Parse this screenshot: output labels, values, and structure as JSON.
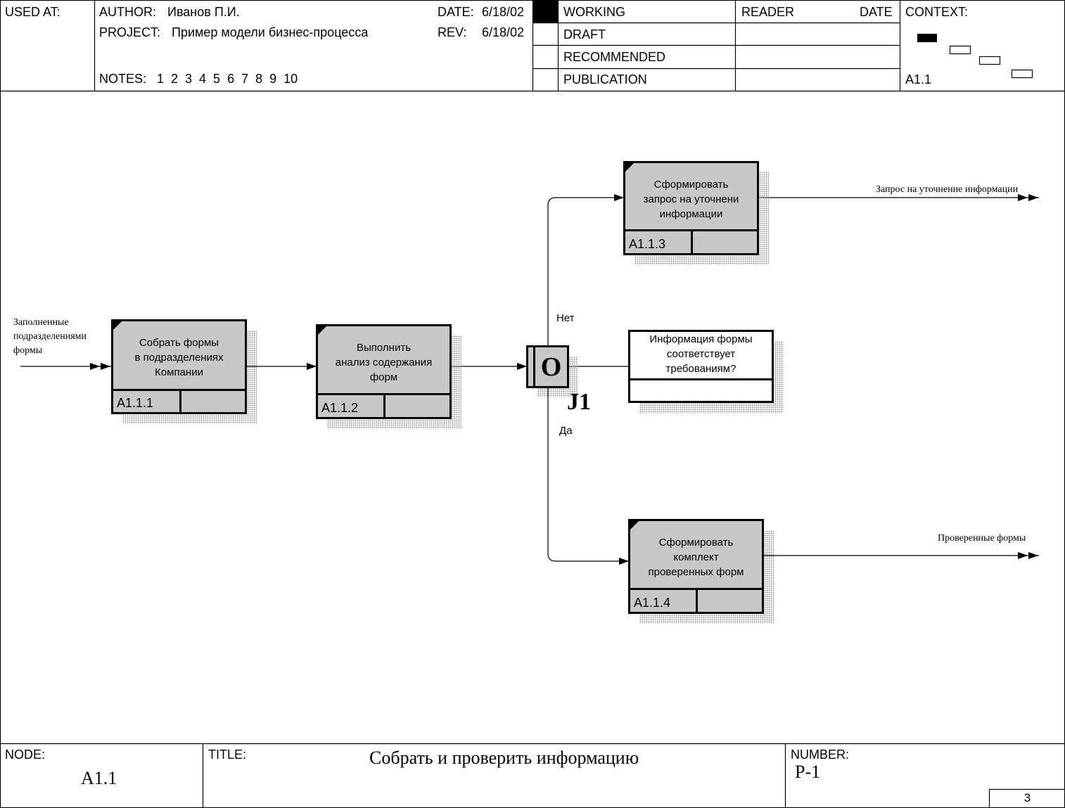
{
  "header": {
    "used_at_label": "USED AT:",
    "author_label": "AUTHOR:",
    "author_value": "Иванов П.И.",
    "project_label": "PROJECT:",
    "project_value": "Пример модели бизнес-процесса",
    "date_label": "DATE:",
    "date_value": "6/18/02",
    "rev_label": "REV:",
    "rev_value": "6/18/02",
    "notes_label": "NOTES:",
    "notes_values": "1  2  3  4  5  6  7  8  9  10",
    "status": {
      "working": "WORKING",
      "draft": "DRAFT",
      "recommended": "RECOMMENDED",
      "publication": "PUBLICATION"
    },
    "reader_label": "READER",
    "reader_date_label": "DATE",
    "context_label": "CONTEXT:",
    "context_node": "A1.1"
  },
  "diagram": {
    "boxes": [
      {
        "id": "A1.1.1",
        "title_lines": [
          "Собрать формы",
          "в подразделениях",
          "Компании"
        ]
      },
      {
        "id": "A1.1.2",
        "title_lines": [
          "Выполнить",
          "анализ содержания",
          "форм"
        ]
      },
      {
        "id": "A1.1.3",
        "title_lines": [
          "Сформировать",
          "запрос на уточнени",
          "информации"
        ]
      },
      {
        "id": "A1.1.4",
        "title_lines": [
          "Сформировать",
          "комплект",
          "проверенных форм"
        ]
      }
    ],
    "referent": {
      "title_lines": [
        "Информация формы",
        "соответствует",
        "требованиям?"
      ]
    },
    "junction": {
      "symbol": "O",
      "label": "J1"
    },
    "branch_labels": {
      "no": "Нет",
      "yes": "Да"
    },
    "arrow_labels": {
      "input": [
        "Заполненные",
        "подразделениями",
        "формы"
      ],
      "output_request": "Запрос на уточнение информации",
      "output_checked": "Проверенные формы"
    }
  },
  "footer": {
    "node_label": "NODE:",
    "node_value": "A1.1",
    "title_label": "TITLE:",
    "title_value": "Собрать и проверить информацию",
    "number_label": "NUMBER:",
    "number_value": "P-1",
    "page": "3"
  }
}
